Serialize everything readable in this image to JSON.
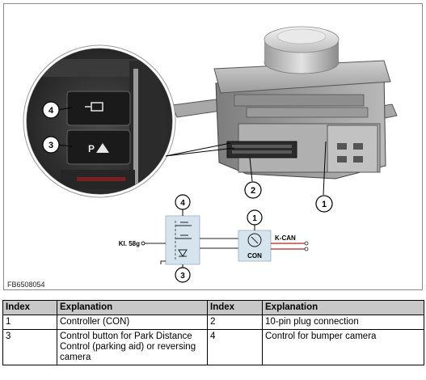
{
  "figure": {
    "code": "FB6508054",
    "callouts": {
      "c1": "1",
      "c2": "2",
      "c3": "3",
      "c4": "4",
      "s1": "1",
      "s3": "3",
      "s4": "4"
    },
    "schematic": {
      "input_label": "Kl. 58g",
      "con_label": "CON",
      "bus_label": "K-CAN"
    }
  },
  "legend": {
    "headers": [
      "Index",
      "Explanation",
      "Index",
      "Explanation"
    ],
    "rows": [
      [
        "1",
        "Controller (CON)",
        "2",
        "10-pin plug connection"
      ],
      [
        "3",
        "Control button for Park Distance Control (parking aid) or reversing camera",
        "4",
        "Control for bumper camera"
      ]
    ]
  }
}
